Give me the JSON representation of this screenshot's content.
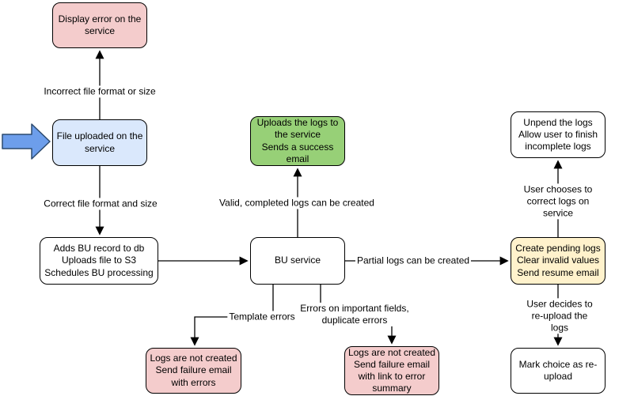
{
  "diagram": {
    "background_color": "#ffffff",
    "line_color": "#000000",
    "nodes": {
      "display_error": {
        "text": "Display error on the\nservice",
        "fill": "#f4cccc"
      },
      "file_uploaded": {
        "text": "File uploaded on the\nservice",
        "fill": "#dae8fc"
      },
      "adds_bu": {
        "text": "Adds BU record to db\nUploads file to S3\nSchedules BU processing",
        "fill": "#ffffff"
      },
      "bu_service": {
        "text": "BU service",
        "fill": "#ffffff"
      },
      "uploads_logs": {
        "text": "Uploads the logs to\nthe service\nSends a success\nemail",
        "fill": "#97d077"
      },
      "unpend": {
        "text": "Unpend the logs\nAllow user to finish\nincomplete logs",
        "fill": "#ffffff"
      },
      "pending": {
        "text": "Create pending logs\nClear invalid values\nSend resume email",
        "fill": "#fff2cc"
      },
      "mark_reupload": {
        "text": "Mark choice as re-\nupload",
        "fill": "#ffffff"
      },
      "logs_errors": {
        "text": "Logs are not created\nSend failure email\nwith errors",
        "fill": "#f4cccc"
      },
      "logs_summary": {
        "text": "Logs are not created\nSend failure email\nwith link to error\nsummary",
        "fill": "#f4cccc"
      }
    },
    "edge_labels": {
      "incorrect_format": "Incorrect file format or size",
      "correct_format": "Correct file format and size",
      "valid_logs": "Valid, completed logs can be created",
      "partial_logs": "Partial logs can be created",
      "user_chooses": "User chooses to correct logs on service",
      "user_decides": "User decides to re-upload the logs",
      "template_errors": "Template errors",
      "important_fields": "Errors on important fields,\nduplicate errors"
    },
    "icons": {
      "input_arrow": {
        "fill": "#6d9eeb",
        "stroke": "#2c4a6e"
      }
    }
  }
}
